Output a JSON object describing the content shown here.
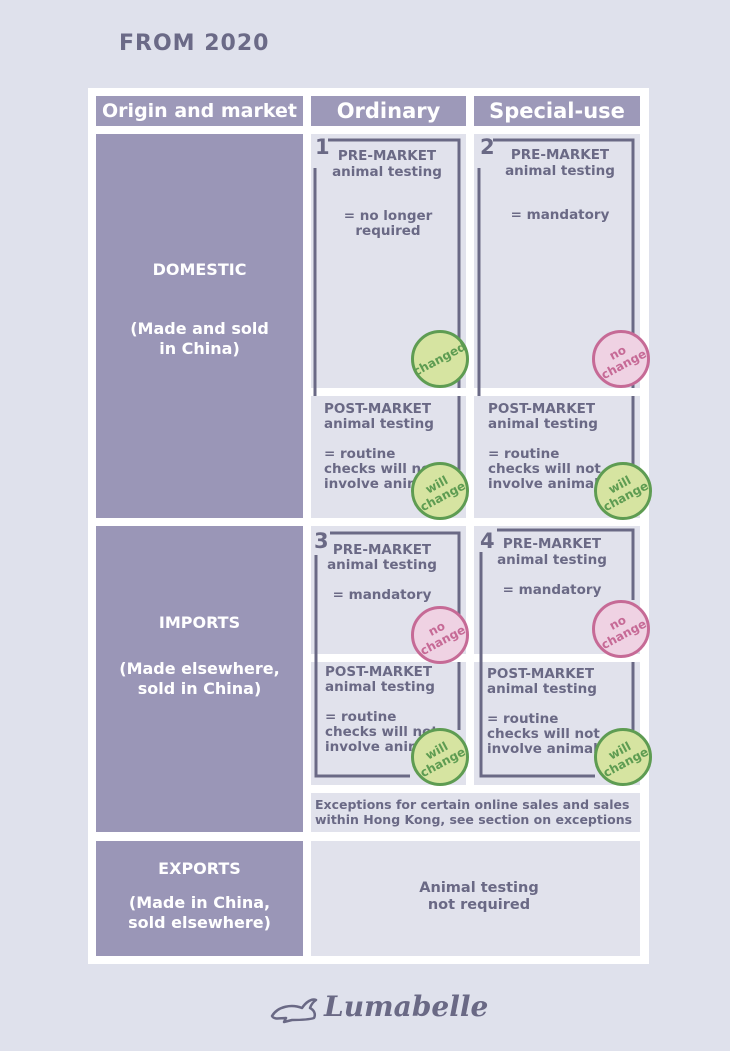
{
  "title": "FROM 2020",
  "headers": {
    "origin": "Origin and market",
    "ordinary": "Ordinary",
    "special": "Special-use"
  },
  "rows": {
    "domestic": {
      "label": "DOMESTIC",
      "sub": "(Made and sold in China)"
    },
    "imports": {
      "label": "IMPORTS",
      "sub": "(Made elsewhere, sold in China)"
    },
    "exports": {
      "label": "EXPORTS",
      "sub": "(Made in China, sold elsewhere)"
    }
  },
  "cells": {
    "c1": {
      "num": "1",
      "pre_title": "PRE-MARKET",
      "pre_sub": "animal testing",
      "pre_body": "= no longer required",
      "pre_badge": "changed",
      "post_title": "POST-MARKET",
      "post_sub": "animal testing",
      "post_body": "= routine checks will not involve animals",
      "post_badge": "will change"
    },
    "c2": {
      "num": "2",
      "pre_title": "PRE-MARKET",
      "pre_sub": "animal testing",
      "pre_body": "= mandatory",
      "pre_badge": "no change",
      "post_title": "POST-MARKET",
      "post_sub": "animal testing",
      "post_body": "= routine checks will not involve animals",
      "post_badge": "will change"
    },
    "c3": {
      "num": "3",
      "pre_title": "PRE-MARKET",
      "pre_sub": "animal testing",
      "pre_body": "= mandatory",
      "pre_badge": "no change",
      "post_title": "POST-MARKET",
      "post_sub": "animal testing",
      "post_body": "= routine checks will not involve animals",
      "post_badge": "will change"
    },
    "c4": {
      "num": "4",
      "pre_title": "PRE-MARKET",
      "pre_sub": "animal testing",
      "pre_body": "= mandatory",
      "pre_badge": "no change",
      "post_title": "POST-MARKET",
      "post_sub": "animal testing",
      "post_body": "= routine checks will not involve animals",
      "post_badge": "will change"
    }
  },
  "exceptions": "Exceptions for certain online sales and sales within Hong Kong, see section on exceptions",
  "exports_note": "Animal testing not required",
  "brand": "Lumabelle",
  "colors": {
    "background": "#dfe1ec",
    "header": "#9d99b9",
    "cell": "#e1e2ec",
    "changed": "#5e9c52",
    "no_change": "#c66a96"
  }
}
